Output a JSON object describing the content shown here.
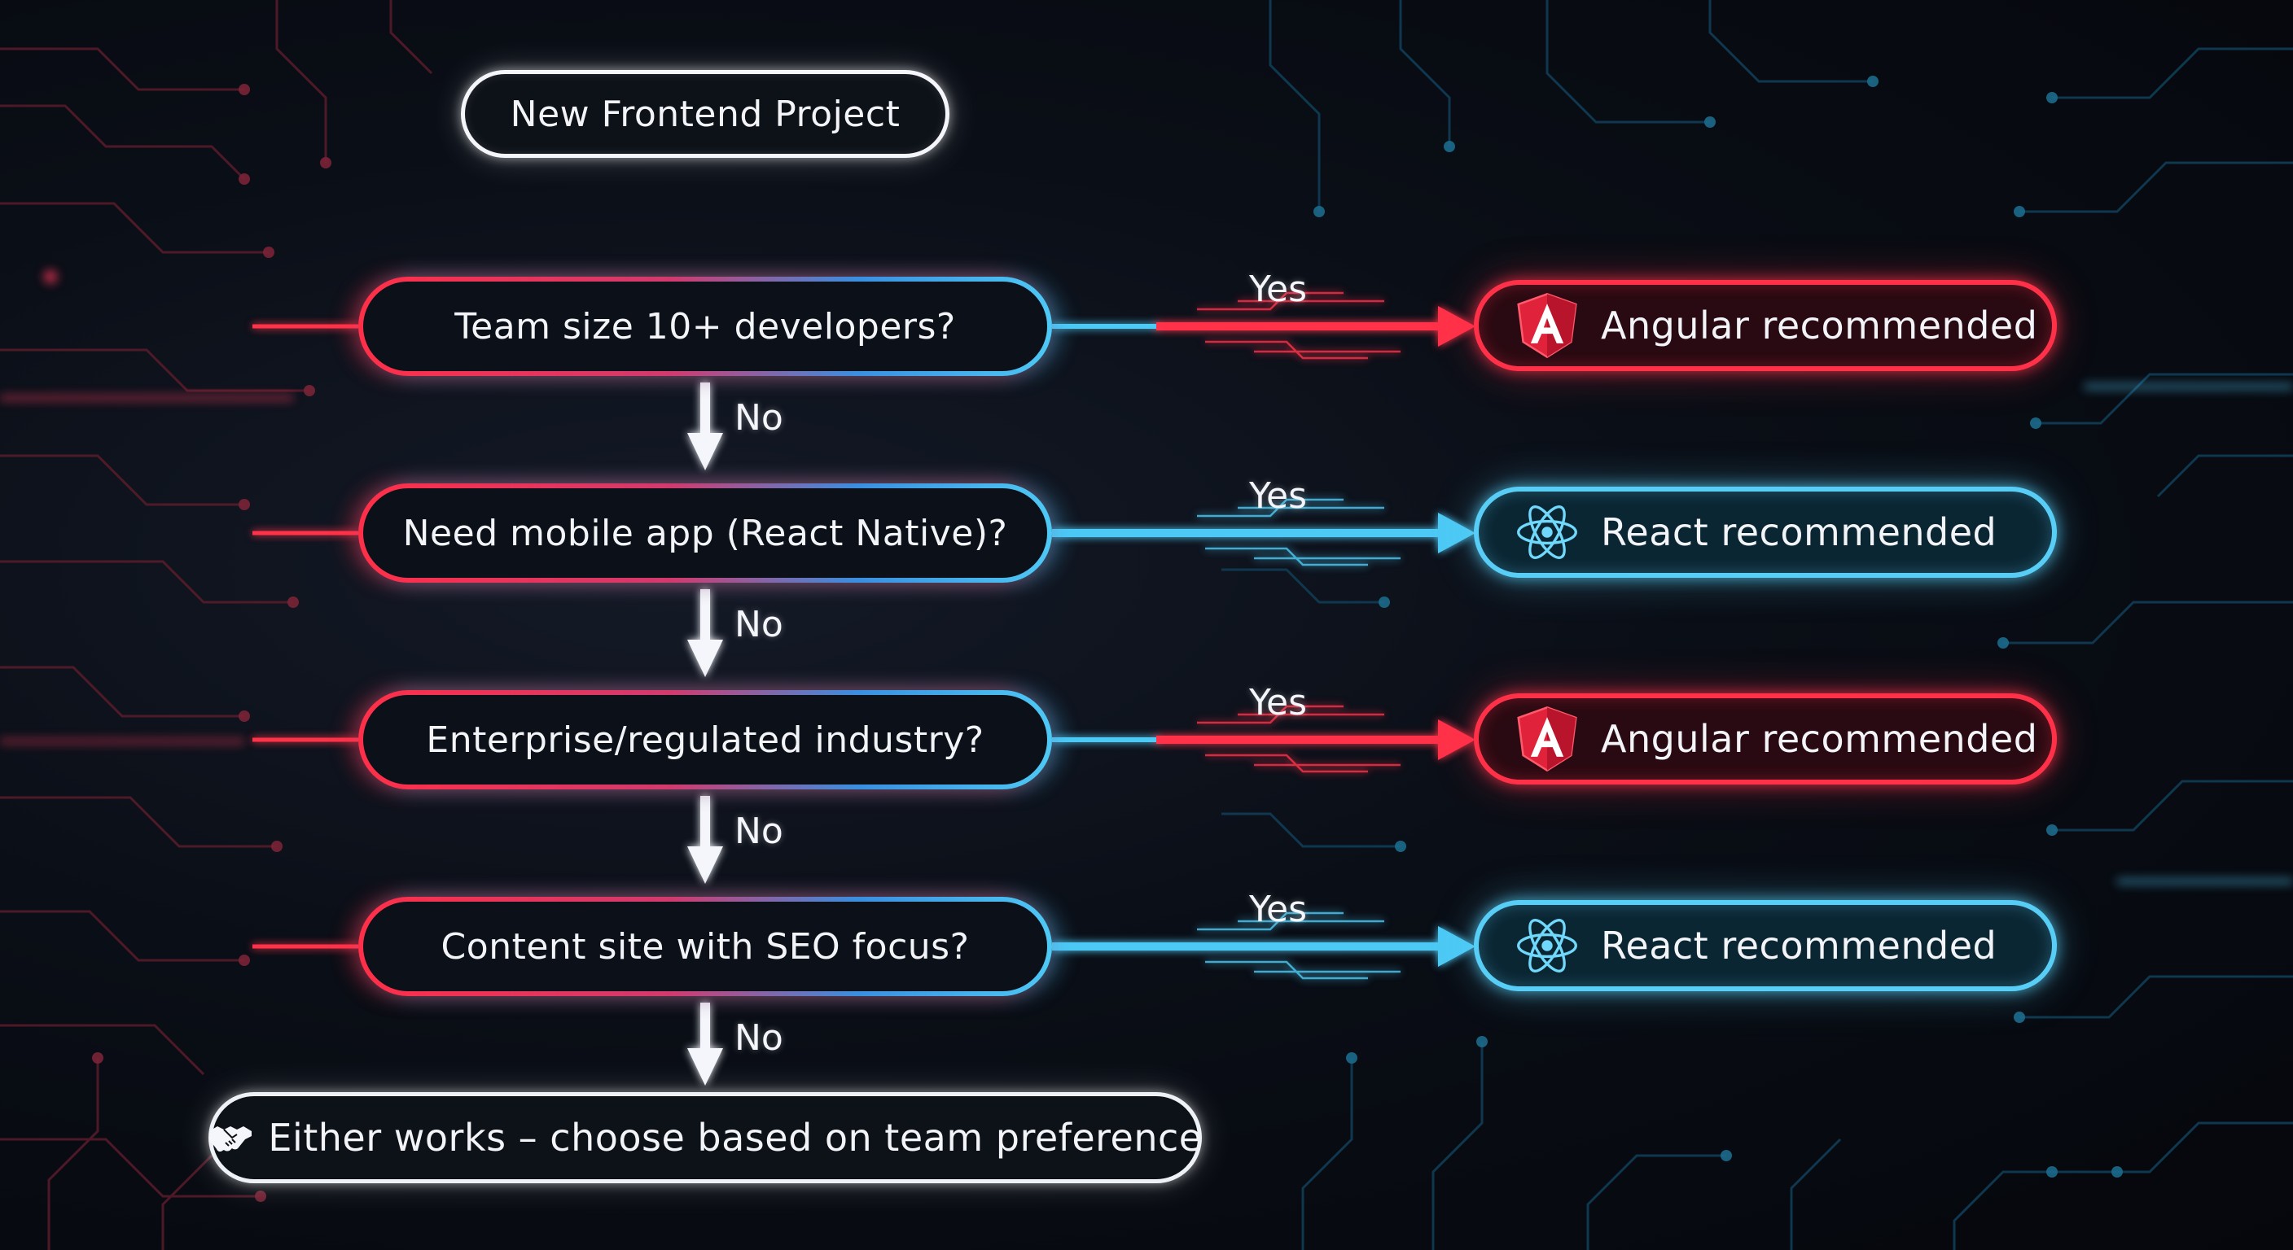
{
  "start": {
    "label": "New Frontend Project"
  },
  "decisions": [
    {
      "question": "Team size 10+ developers?",
      "yes_label": "Yes",
      "no_label": "No",
      "result": "Angular recommended",
      "result_icon": "angular-icon",
      "framework": "angular"
    },
    {
      "question": "Need mobile app (React Native)?",
      "yes_label": "Yes",
      "no_label": "No",
      "result": "React recommended",
      "result_icon": "react-icon",
      "framework": "react"
    },
    {
      "question": "Enterprise/regulated industry?",
      "yes_label": "Yes",
      "no_label": "No",
      "result": "Angular recommended",
      "result_icon": "angular-icon",
      "framework": "angular"
    },
    {
      "question": "Content site with SEO focus?",
      "yes_label": "Yes",
      "no_label": "No",
      "result": "React recommended",
      "result_icon": "react-icon",
      "framework": "react"
    }
  ],
  "final": {
    "label": "Either works – choose based on team preference",
    "icon": "handshake-icon"
  },
  "colors": {
    "angular": "#ff3148",
    "react": "#58cdf5",
    "neutral": "#f4f6fb",
    "background": "#06090f"
  }
}
